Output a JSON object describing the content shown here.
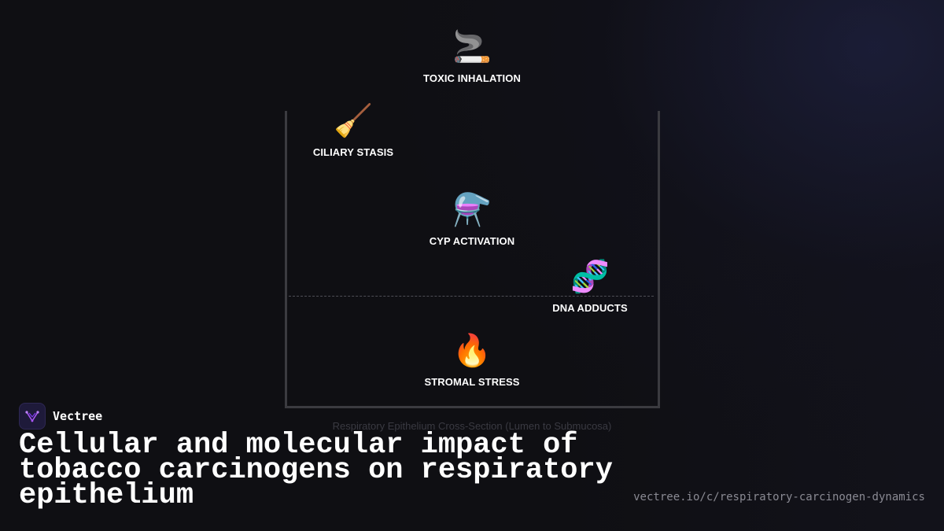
{
  "diagram": {
    "nodes": [
      {
        "id": "toxic-inhalation",
        "emoji": "🚬",
        "label": "TOXIC INHALATION"
      },
      {
        "id": "ciliary-stasis",
        "emoji": "🧹",
        "label": "CILIARY STASIS"
      },
      {
        "id": "cyp-activation",
        "emoji": "⚗️",
        "label": "CYP ACTIVATION"
      },
      {
        "id": "dna-adducts",
        "emoji": "🧬",
        "label": "DNA ADDUCTS"
      },
      {
        "id": "stromal-stress",
        "emoji": "🔥",
        "label": "STROMAL STRESS"
      }
    ],
    "axis_caption": "Respiratory Epithelium Cross-Section (Lumen to Submucosa)"
  },
  "brand": {
    "name": "Vectree",
    "logo_icon": "vectree-logo-icon",
    "accent_color": "#a855f7"
  },
  "title": "Cellular and molecular impact of tobacco carcinogens on respiratory epithelium",
  "url": "vectree.io/c/respiratory-carcinogen-dynamics"
}
